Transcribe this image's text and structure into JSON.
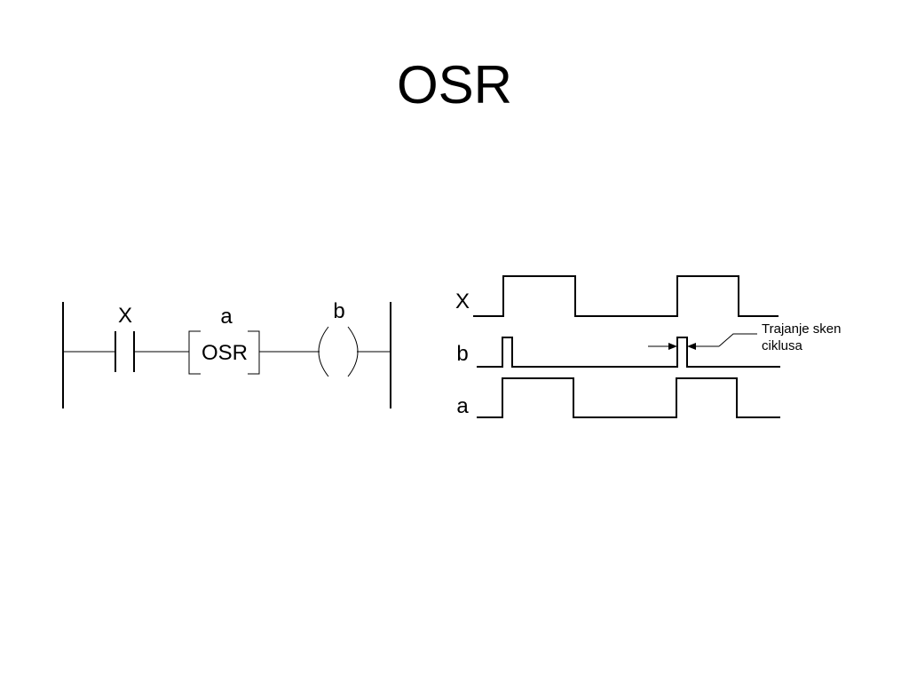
{
  "slide": {
    "title": "OSR"
  },
  "ladder": {
    "contact_label": "X",
    "osr_label": "a",
    "osr_text": "OSR",
    "coil_label": "b"
  },
  "timing": {
    "signals": [
      {
        "name": "X",
        "level": "high-pulses"
      },
      {
        "name": "b",
        "level": "scan-pulses"
      },
      {
        "name": "a",
        "level": "high-pulses"
      }
    ],
    "annotation_line1": "Trajanje sken",
    "annotation_line2": "ciklusa"
  },
  "colors": {
    "ink": "#000000",
    "background": "#ffffff"
  }
}
